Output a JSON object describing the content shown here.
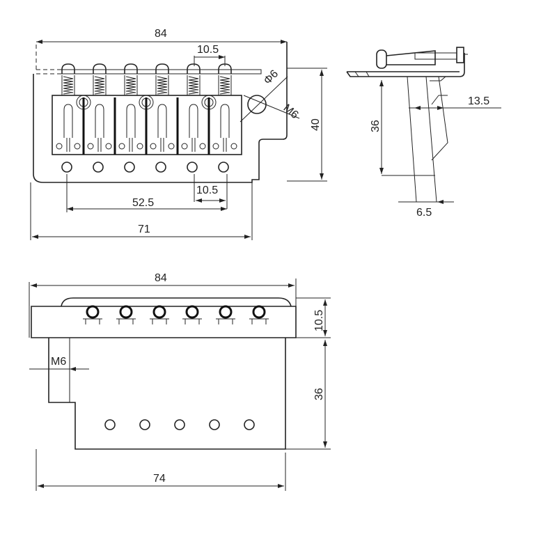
{
  "top_view": {
    "overall_width": "84",
    "string_spacing_top": "10.5",
    "hole_diameter": "Φ6",
    "thread": "M6",
    "height": "40",
    "hole_spacing_bottom": "10.5",
    "outer_hole_span": "52.5",
    "plate_width": "71"
  },
  "side_view": {
    "offset": "13.5",
    "block_depth": "36",
    "block_thickness": "6.5"
  },
  "front_view": {
    "overall_width": "84",
    "saddle_height": "10.5",
    "block_depth": "36",
    "thread": "M6",
    "block_width": "74"
  }
}
